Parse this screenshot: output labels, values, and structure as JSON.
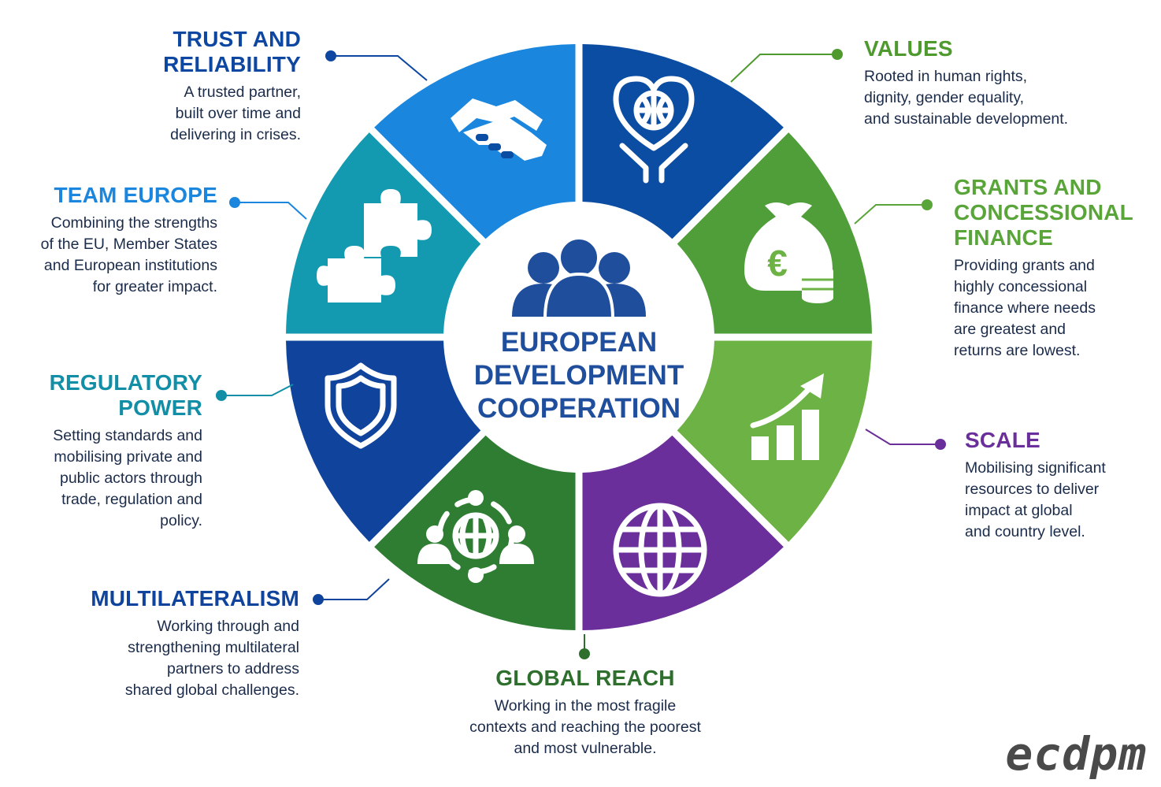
{
  "center": {
    "title": "EUROPEAN DEVELOPMENT COOPERATION"
  },
  "brand": "ecdpm",
  "segments": [
    {
      "key": "trust",
      "color": "#0b4da2",
      "icon": "handshake-icon"
    },
    {
      "key": "values",
      "color": "#4f9e3a",
      "icon": "heart-globe-hands-icon"
    },
    {
      "key": "grants",
      "color": "#6cb245",
      "icon": "euro-money-bag-icon"
    },
    {
      "key": "scale",
      "color": "#6a2f9a",
      "icon": "growth-chart-icon"
    },
    {
      "key": "global",
      "color": "#2e7d32",
      "icon": "globe-icon"
    },
    {
      "key": "multilateral",
      "color": "#10449c",
      "icon": "network-globe-people-icon"
    },
    {
      "key": "regulatory",
      "color": "#1399b0",
      "icon": "shield-icon"
    },
    {
      "key": "team",
      "color": "#1a86dd",
      "icon": "puzzle-icon"
    }
  ],
  "labels": {
    "trust": {
      "title": "TRUST AND RELIABILITY",
      "lines": [
        "A trusted partner,",
        "built over time and",
        "delivering in crises."
      ],
      "color": "#0d47a1"
    },
    "values": {
      "title": "VALUES",
      "lines": [
        "Rooted in human rights,",
        "dignity, gender equality,",
        "and sustainable development."
      ],
      "color": "#4e9a2f"
    },
    "grants": {
      "title": "GRANTS AND CONCESSIONAL FINANCE",
      "lines": [
        "Providing grants and",
        "highly concessional",
        "finance where needs",
        "are greatest and",
        "returns are lowest."
      ],
      "color": "#5aa53a"
    },
    "scale": {
      "title": "SCALE",
      "lines": [
        "Mobilising significant",
        "resources to deliver",
        "impact at global",
        "and country level."
      ],
      "color": "#6a2f9a"
    },
    "global": {
      "title": "GLOBAL REACH",
      "lines": [
        "Working in the most fragile",
        "contexts and reaching the poorest",
        "and most vulnerable."
      ],
      "color": "#2e6f2e"
    },
    "multilateral": {
      "title": "MULTILATERALISM",
      "lines": [
        "Working through and",
        "strengthening multilateral",
        "partners to address",
        "shared global challenges."
      ],
      "color": "#10449c"
    },
    "regulatory": {
      "title": "REGULATORY POWER",
      "lines": [
        "Setting standards and",
        "mobilising private and",
        "public actors through",
        "trade, regulation and",
        "policy."
      ],
      "color": "#128fa6"
    },
    "team": {
      "title": "TEAM EUROPE",
      "lines": [
        "Combining the strengths",
        "of the EU, Member States",
        "and European institutions",
        "for greater impact."
      ],
      "color": "#1a86dd"
    }
  }
}
